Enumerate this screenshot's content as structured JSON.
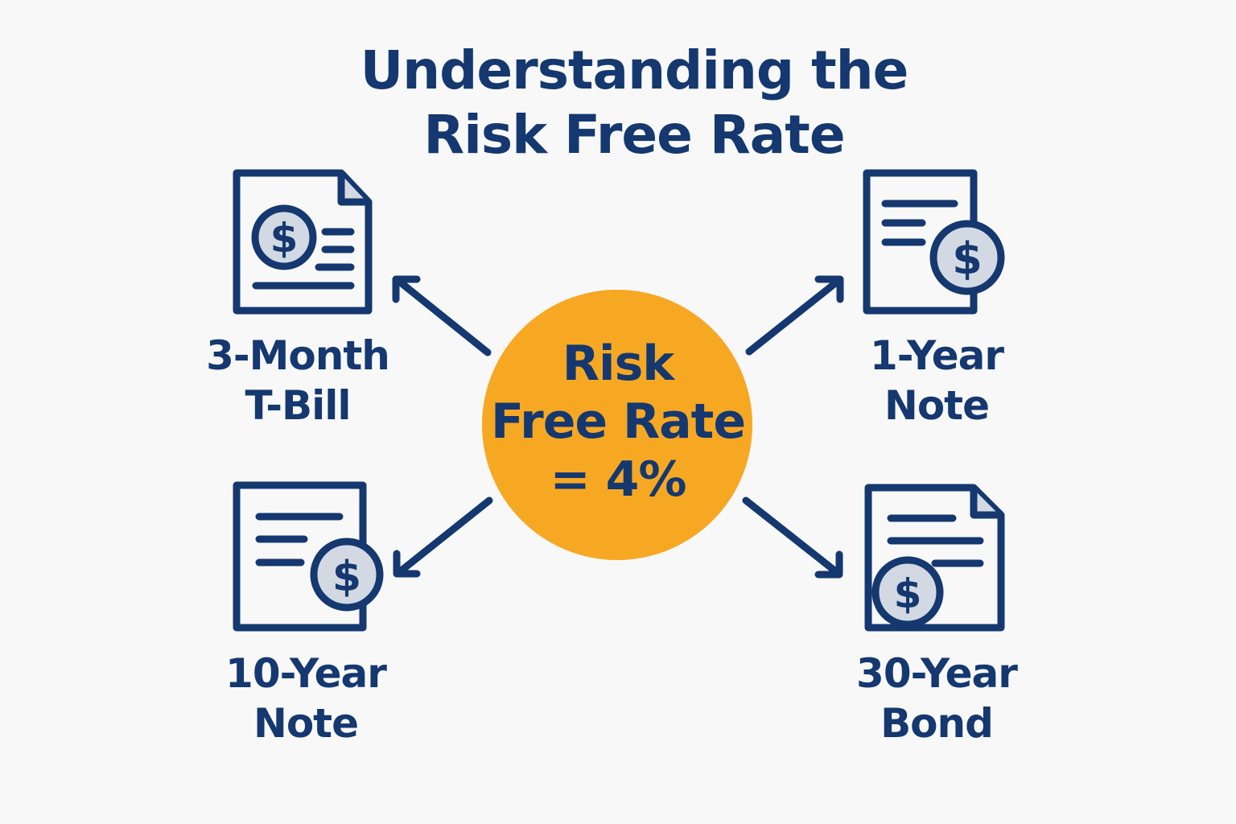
{
  "title": {
    "line1": "Understanding the",
    "line2": "Risk Free Rate"
  },
  "center": {
    "line1": "Risk",
    "line2": "Free Rate",
    "line3": "= 4%"
  },
  "instruments": [
    {
      "line1": "3-Month",
      "line2": "T-Bill",
      "icon": "bill-document-icon"
    },
    {
      "line1": "1-Year",
      "line2": "Note",
      "icon": "note-document-icon"
    },
    {
      "line1": "10-Year",
      "line2": "Note",
      "icon": "note-document-icon"
    },
    {
      "line1": "30-Year",
      "line2": "Bond",
      "icon": "bond-document-icon"
    }
  ],
  "colors": {
    "navy": "#14386f",
    "orange": "#f7a823",
    "coin_fill": "#d2d9e3",
    "background": "#f8f8f8"
  }
}
